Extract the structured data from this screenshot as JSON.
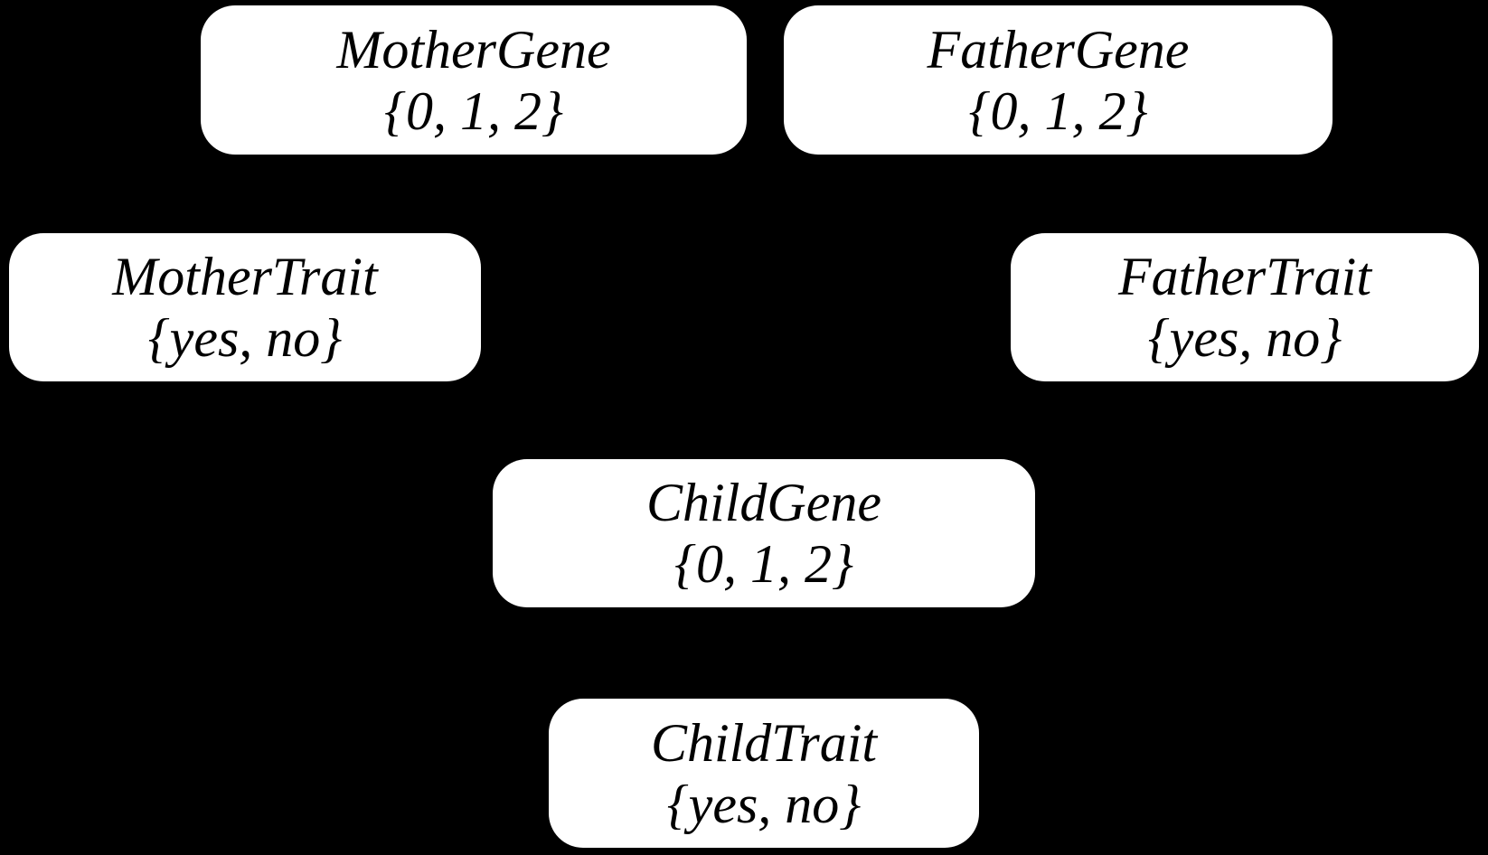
{
  "diagram": {
    "type": "bayesian-network",
    "colors": {
      "background": "#000000",
      "node_fill": "#ffffff",
      "node_text": "#000000"
    },
    "nodes": {
      "mother_gene": {
        "label": "MotherGene",
        "values": "{0, 1, 2}"
      },
      "father_gene": {
        "label": "FatherGene",
        "values": "{0, 1, 2}"
      },
      "mother_trait": {
        "label": "MotherTrait",
        "values": "{yes, no}"
      },
      "father_trait": {
        "label": "FatherTrait",
        "values": "{yes, no}"
      },
      "child_gene": {
        "label": "ChildGene",
        "values": "{0, 1, 2}"
      },
      "child_trait": {
        "label": "ChildTrait",
        "values": "{yes, no}"
      }
    }
  }
}
